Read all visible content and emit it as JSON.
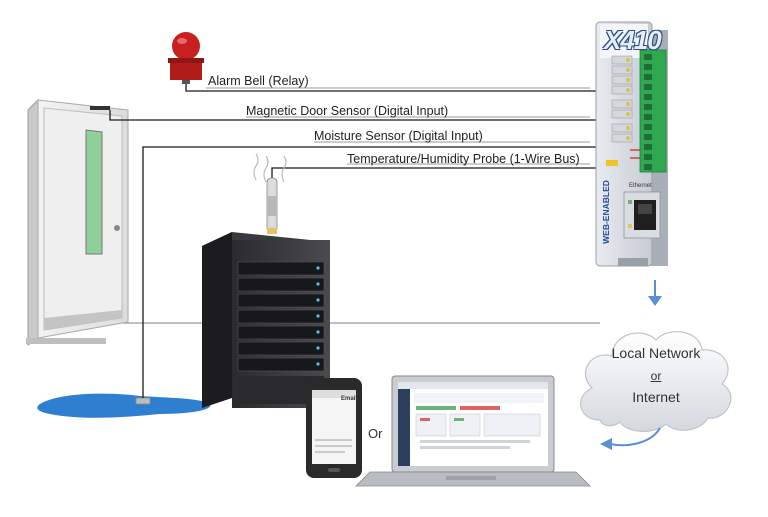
{
  "labels": {
    "alarm": "Alarm Bell (Relay)",
    "door": "Magnetic Door Sensor (Digital Input)",
    "moisture": "Moisture Sensor (Digital Input)",
    "temperature": "Temperature/Humidity Probe (1-Wire Bus)"
  },
  "device": {
    "logo": "X410",
    "side_text": "WEB-ENABLED",
    "ethernet": "Ethernet"
  },
  "cloud": {
    "line1": "Local Network",
    "line2": "or",
    "line3": "Internet"
  },
  "or_label": "Or",
  "phone": {
    "title": "Email"
  },
  "colors": {
    "wire": "#1a1a1a",
    "network_line": "#9a9a9a",
    "arrow": "#5a8fd6",
    "water": "#2f7fd1",
    "terminal_green": "#2fa84f",
    "alarm_red": "#c8201e",
    "device_blue": "#2e4f88"
  }
}
